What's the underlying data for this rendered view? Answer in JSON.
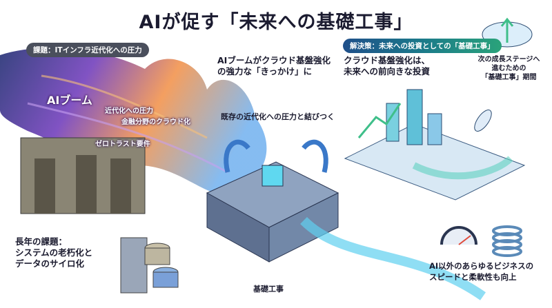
{
  "title": "AIが促す「未来への基礎工事」",
  "left": {
    "badge": "課題：ITインフラ近代化への圧力",
    "wave_main": "AIブーム",
    "wave_labels": [
      "近代化への圧力",
      "金融分野のクラウド化",
      "ゼロトラスト要件"
    ],
    "issue": [
      "長年の課題：",
      "システムの老朽化と",
      "データのサイロ化"
    ]
  },
  "center": {
    "trigger": [
      "AIブームがクラウド基盤強化",
      "の強力な「きっかけ」に"
    ],
    "link": "既存の近代化への圧力と結びつく",
    "foundation": "基礎工事"
  },
  "right": {
    "badge": "解決策：未来への投資としての「基礎工事」",
    "invest": [
      "クラウド基盤強化は、",
      "未来への前向きな投資"
    ],
    "stage": [
      "次の成長ステージへ",
      "進むための",
      "「基礎工事」期間"
    ],
    "benefit": [
      "AI以外のあらゆるビジネスの",
      "スピードと柔軟性も向上"
    ]
  },
  "colors": {
    "wave_purple": "#6a3fb0",
    "wave_orange": "#f7a04a",
    "cyan": "#3fc8e0",
    "green": "#3fbf8a"
  }
}
